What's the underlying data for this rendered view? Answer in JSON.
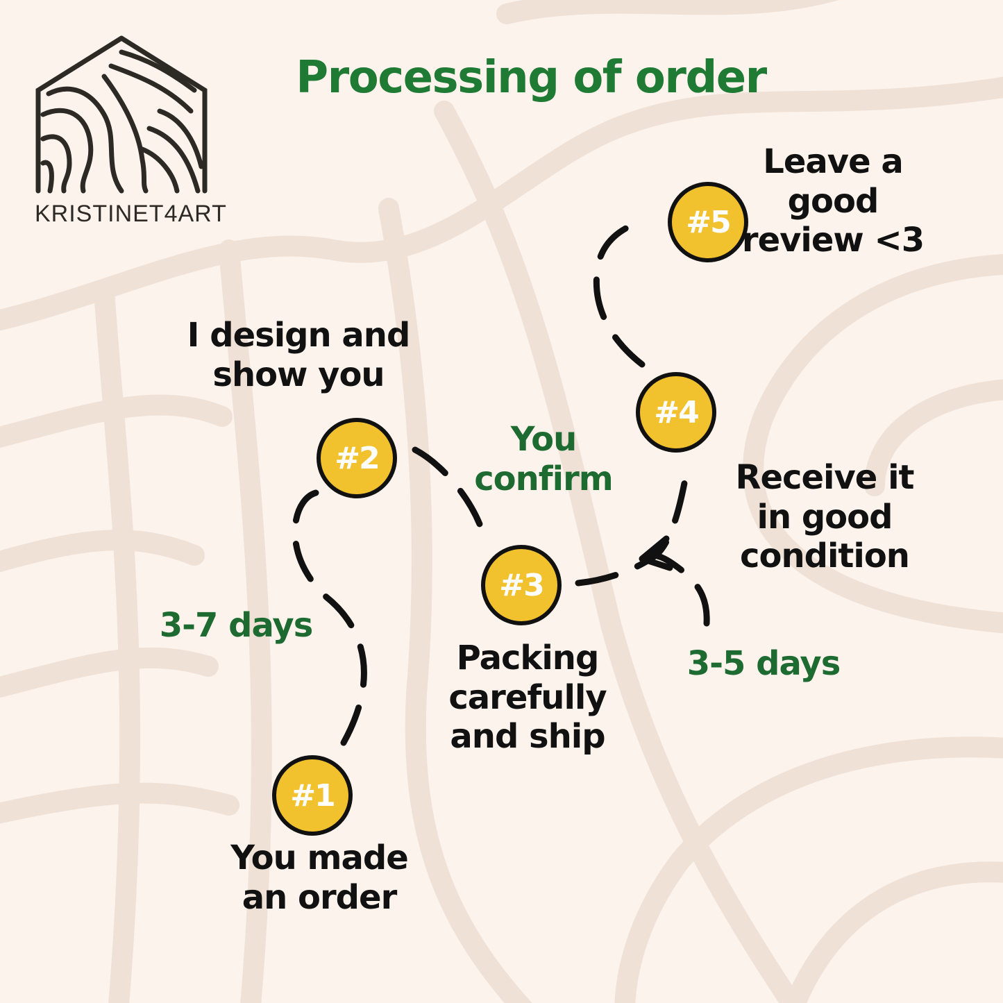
{
  "title": "Processing of order",
  "brand": "KRISTINET4ART",
  "colors": {
    "background": "#fcf3ec",
    "background_pattern": "#f0e1d6",
    "title_green": "#1f7a34",
    "duration_green": "#1d6b30",
    "badge_fill": "#f2c12e",
    "ink": "#111111",
    "logo_ink": "#2d2a26"
  },
  "steps": [
    {
      "badge": "#1",
      "label_lines": [
        "You made",
        "an order"
      ]
    },
    {
      "badge": "#2",
      "label_lines": [
        "I design and",
        "show you"
      ]
    },
    {
      "badge": "#3",
      "label_lines": [
        "Packing",
        "carefully",
        "and ship"
      ]
    },
    {
      "badge": "#4",
      "label_lines": [
        "Receive it",
        "in good",
        "condition"
      ]
    },
    {
      "badge": "#5",
      "label_lines": [
        "Leave a",
        "good",
        "review <3"
      ]
    }
  ],
  "durations": {
    "design": "3-7 days",
    "confirm_lines": [
      "You",
      "confirm"
    ],
    "shipping": "3-5 days"
  }
}
